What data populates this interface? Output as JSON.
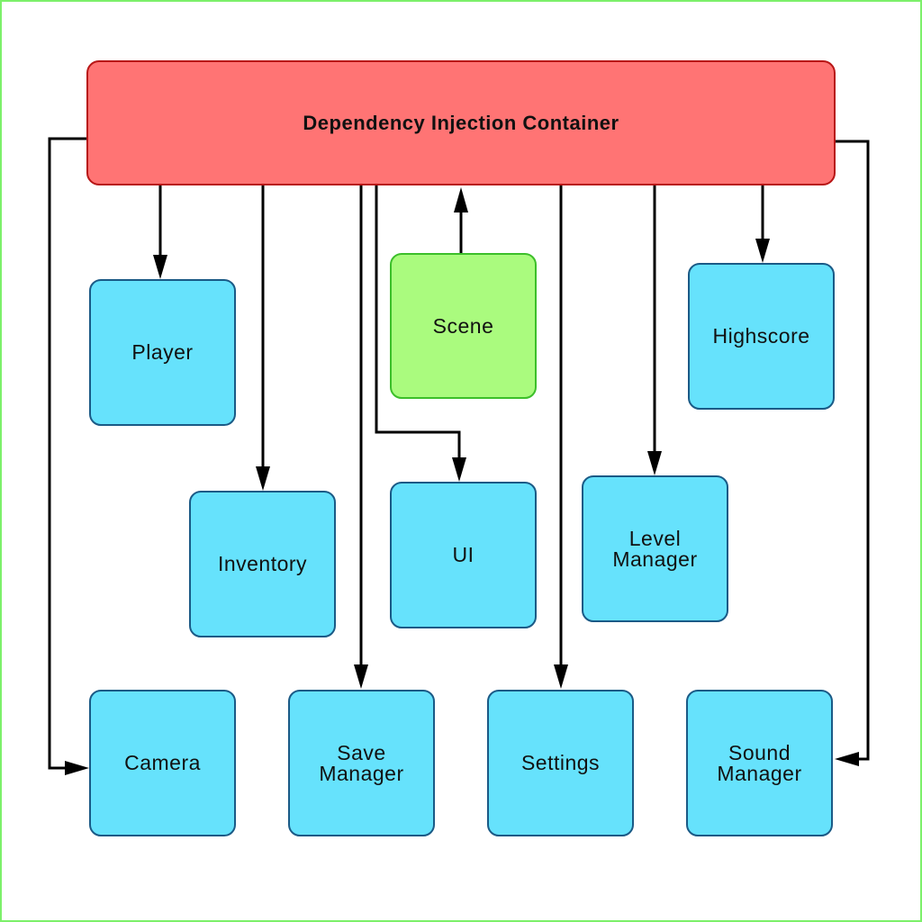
{
  "colors": {
    "frame_border": "#7cf06a",
    "container_fill": "#ff7474",
    "container_stroke": "#b81616",
    "service_fill": "#66e2fc",
    "service_stroke": "#1a5a86",
    "scene_fill": "#aafb7e",
    "scene_stroke": "#3cbf2a",
    "edge": "#000000"
  },
  "nodes": {
    "container": {
      "label": "Dependency Injection Container"
    },
    "player": {
      "label": "Player"
    },
    "scene": {
      "label": "Scene"
    },
    "highscore": {
      "label": "Highscore"
    },
    "inventory": {
      "label": "Inventory"
    },
    "ui": {
      "label": "UI"
    },
    "level_manager": {
      "label": "Level\nManager"
    },
    "camera": {
      "label": "Camera"
    },
    "save_manager": {
      "label": "Save\nManager"
    },
    "settings": {
      "label": "Settings"
    },
    "sound_manager": {
      "label": "Sound\nManager"
    }
  },
  "edges": [
    {
      "from": "container",
      "to": "player"
    },
    {
      "from": "container",
      "to": "inventory"
    },
    {
      "from": "container",
      "to": "save_manager"
    },
    {
      "from": "container",
      "to": "ui"
    },
    {
      "from": "scene",
      "to": "container"
    },
    {
      "from": "container",
      "to": "settings"
    },
    {
      "from": "container",
      "to": "level_manager"
    },
    {
      "from": "container",
      "to": "highscore"
    },
    {
      "from": "container",
      "to": "camera"
    },
    {
      "from": "container",
      "to": "sound_manager"
    }
  ]
}
